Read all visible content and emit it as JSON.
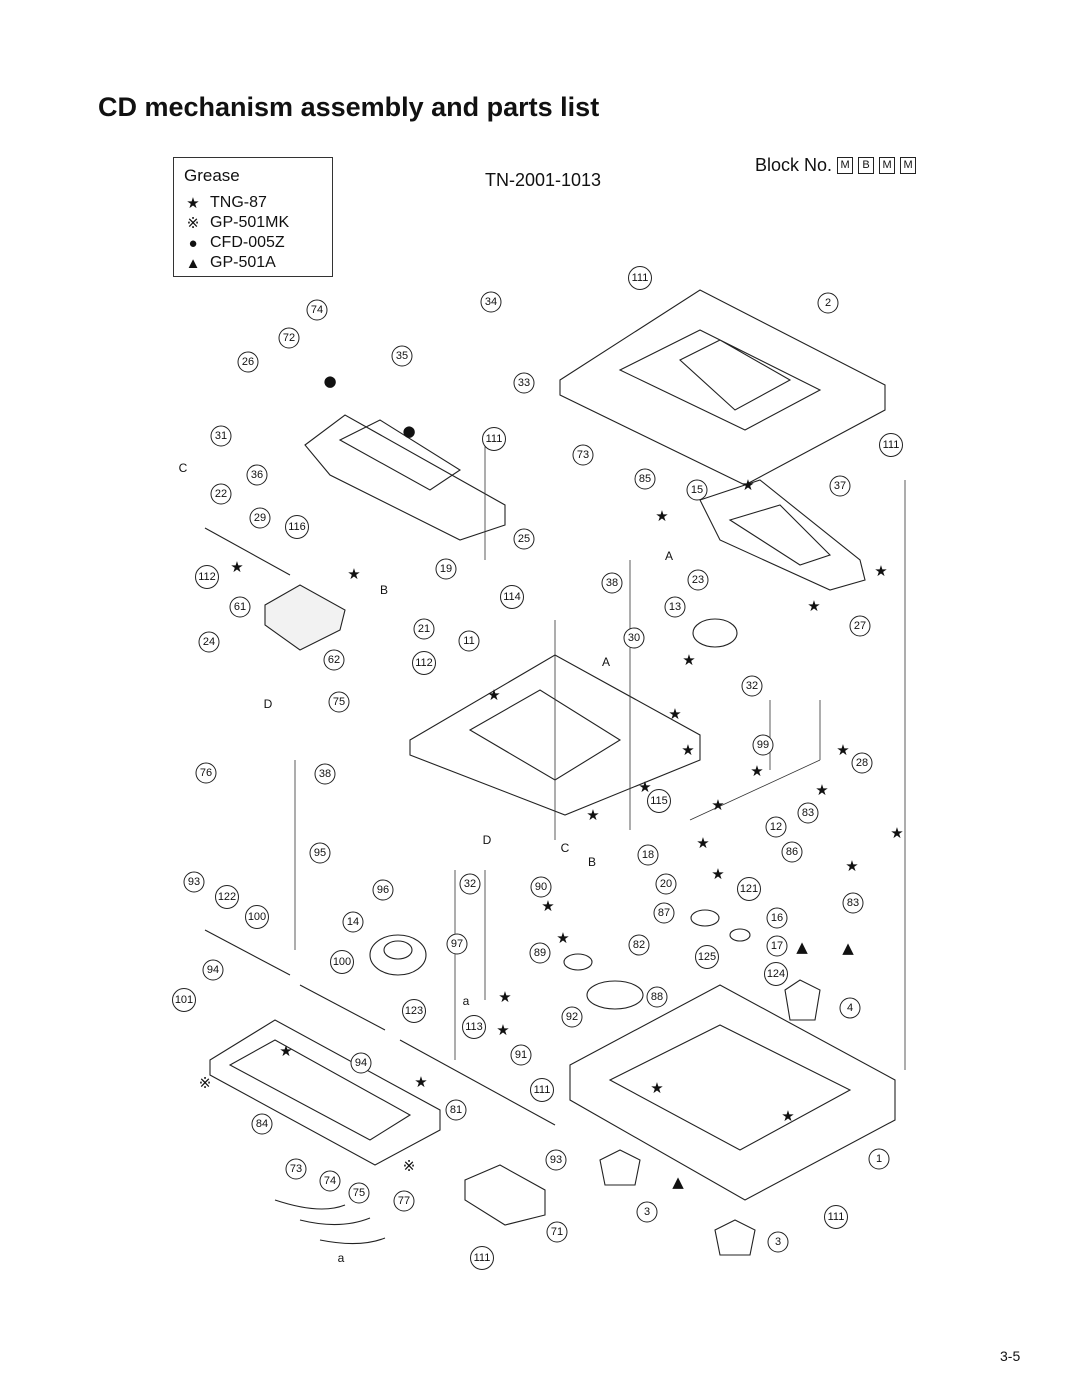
{
  "page_title": "CD mechanism assembly and parts list",
  "legend": {
    "title": "Grease",
    "items": [
      {
        "symbol": "★",
        "label": "TNG-87"
      },
      {
        "symbol": "※",
        "label": "GP-501MK"
      },
      {
        "symbol": "●",
        "label": "CFD-005Z"
      },
      {
        "symbol": "▲",
        "label": "GP-501A"
      }
    ]
  },
  "model_code": "TN-2001-1013",
  "block_no": {
    "label": "Block No.",
    "codes": [
      "M",
      "B",
      "M",
      "M"
    ]
  },
  "page_number": "3-5",
  "callouts": [
    "111",
    "2",
    "34",
    "74",
    "72",
    "35",
    "26",
    "33",
    "31",
    "111",
    "111",
    "73",
    "36",
    "22",
    "29",
    "116",
    "85",
    "15",
    "37",
    "25",
    "112",
    "19",
    "38",
    "23",
    "61",
    "114",
    "13",
    "27",
    "21",
    "11",
    "30",
    "24",
    "62",
    "112",
    "32",
    "75",
    "99",
    "76",
    "38",
    "28",
    "115",
    "83",
    "12",
    "18",
    "86",
    "95",
    "20",
    "121",
    "93",
    "122",
    "96",
    "32",
    "90",
    "87",
    "83",
    "16",
    "100",
    "14",
    "97",
    "82",
    "17",
    "125",
    "124",
    "100",
    "89",
    "94",
    "88",
    "4",
    "101",
    "123",
    "92",
    "113",
    "91",
    "94",
    "111",
    "84",
    "81",
    "93",
    "73",
    "74",
    "75",
    "77",
    "3",
    "71",
    "3",
    "1",
    "111",
    "111"
  ],
  "letters": [
    "C",
    "B",
    "A",
    "A",
    "D",
    "D",
    "C",
    "B",
    "a",
    "a"
  ],
  "grease_marks": [
    "★",
    "●",
    "▲",
    "※"
  ]
}
